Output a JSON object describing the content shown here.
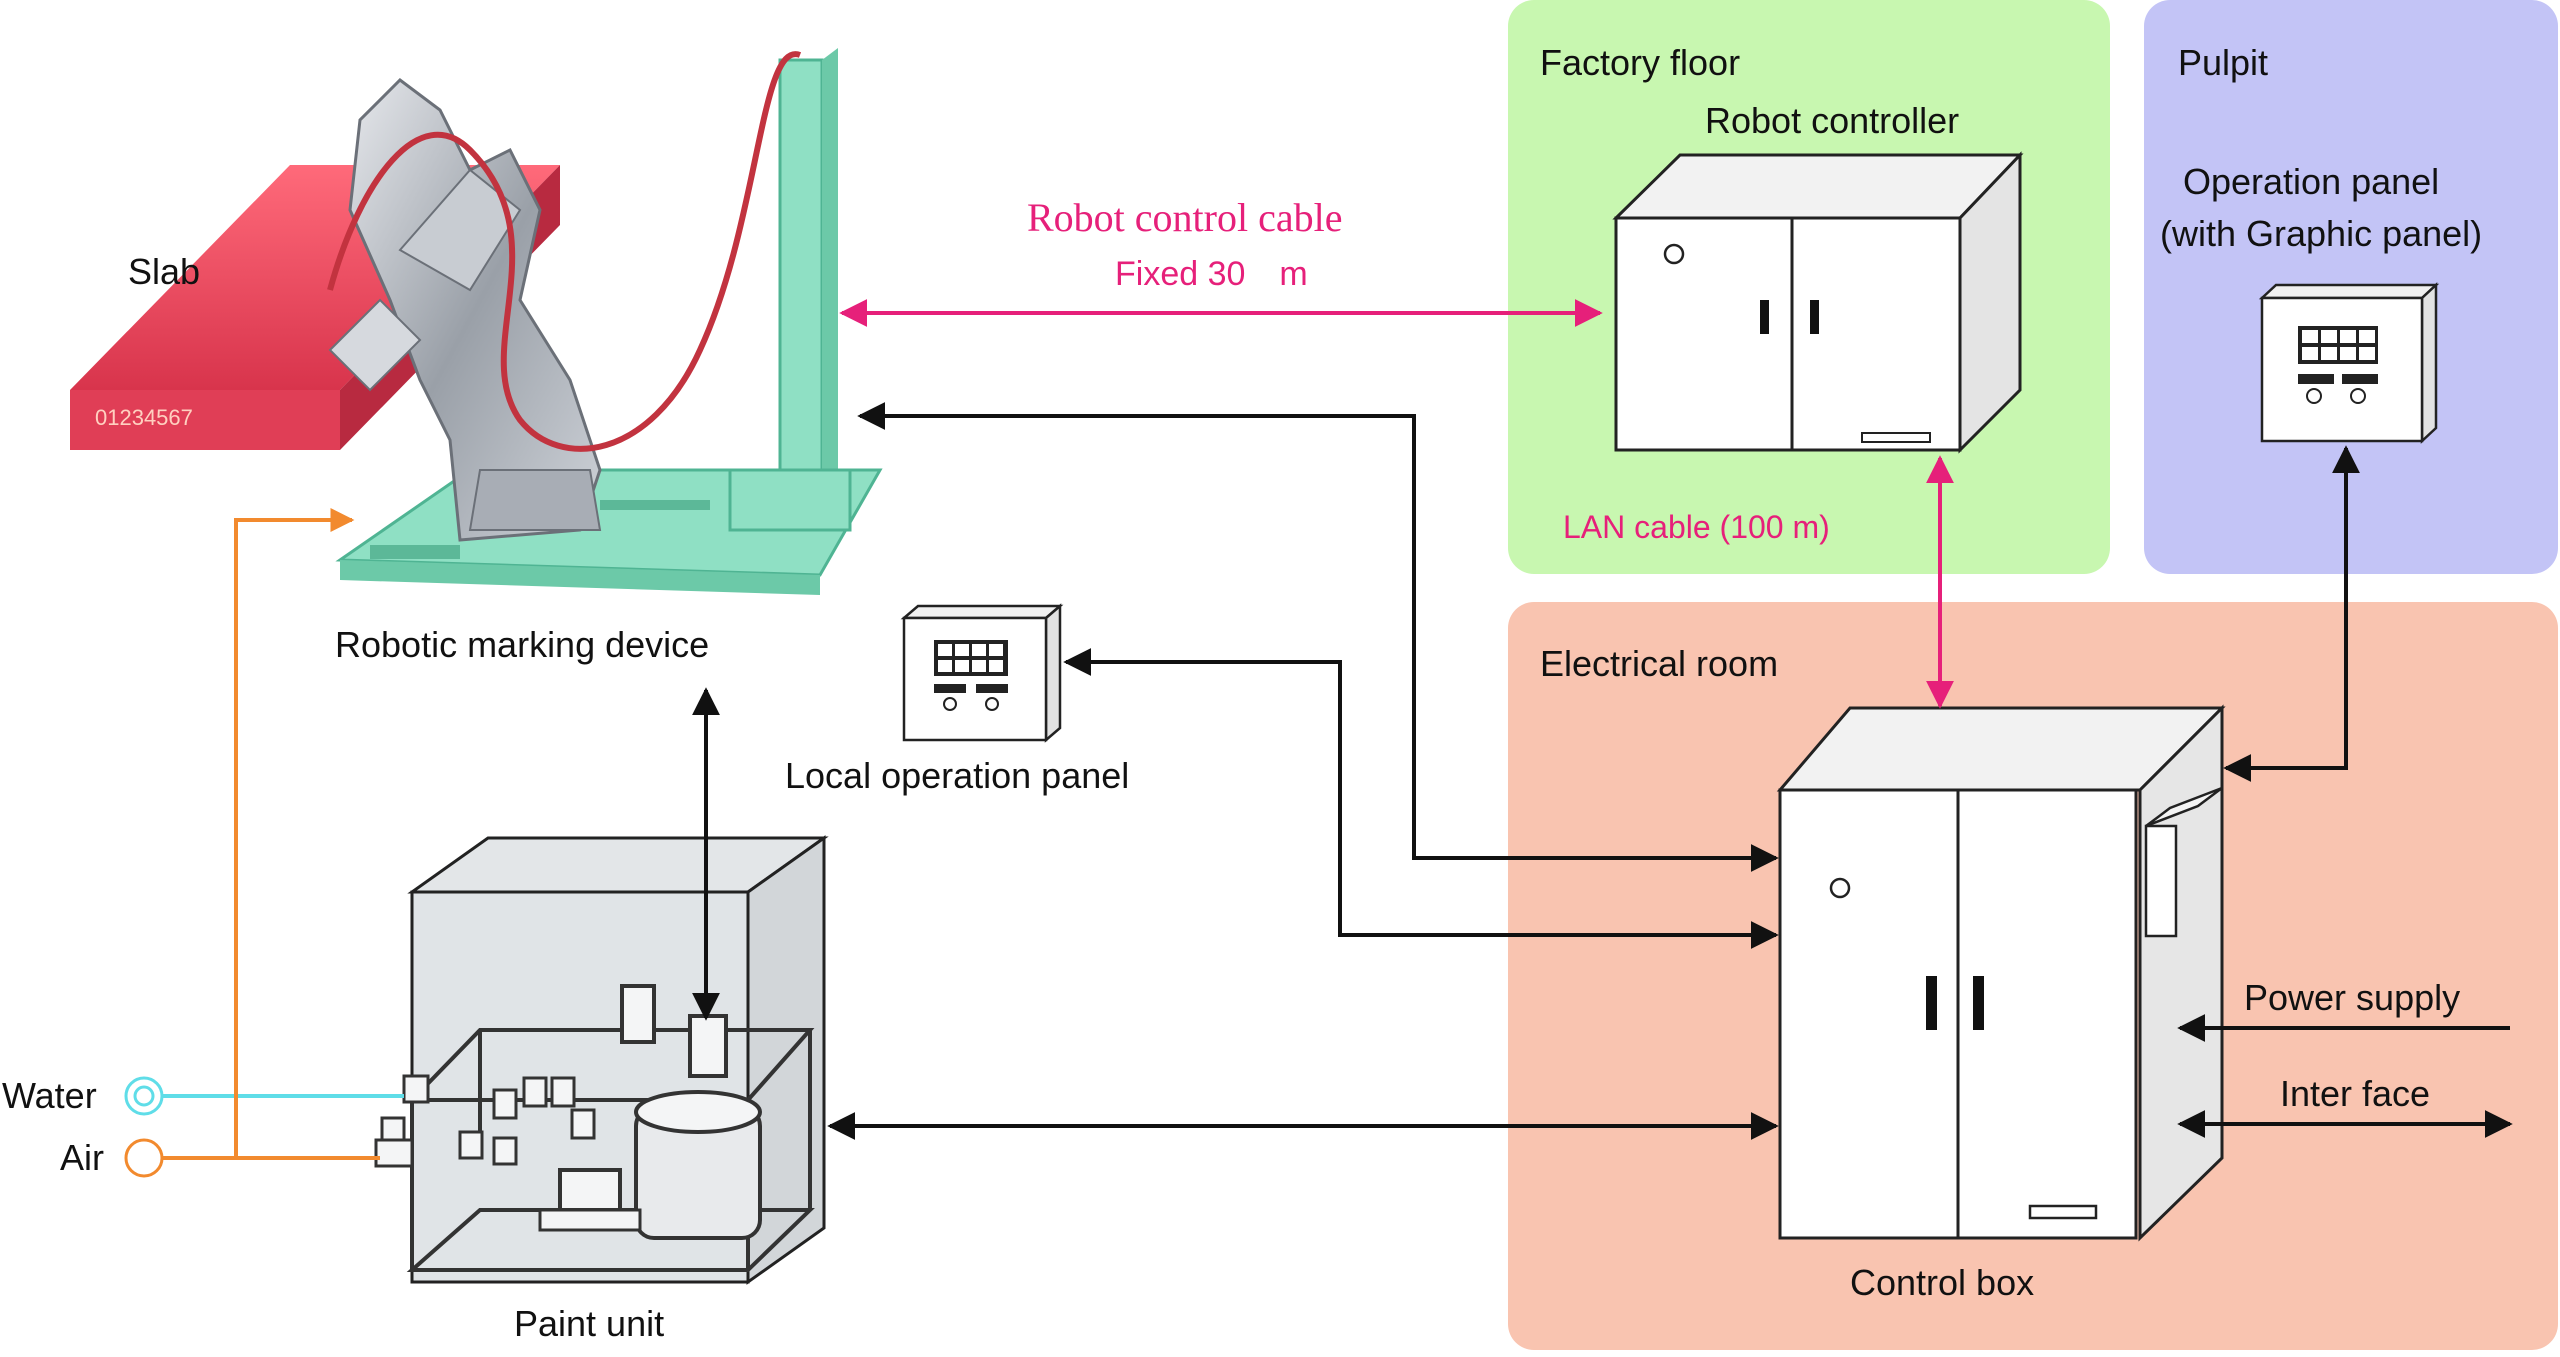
{
  "regions": {
    "factory_floor": "Factory floor",
    "pulpit": "Pulpit",
    "electrical_room": "Electrical room"
  },
  "labels": {
    "slab": "Slab",
    "slab_marking": "01234567",
    "robotic_marking_device": "Robotic marking device",
    "robot_controller": "Robot controller",
    "operation_panel_line1": "Operation panel",
    "operation_panel_line2": "(with Graphic panel)",
    "local_operation_panel": "Local operation panel",
    "paint_unit": "Paint unit",
    "control_box": "Control box",
    "water": "Water",
    "air": "Air",
    "power_supply": "Power supply",
    "inter_face": "Inter face"
  },
  "cables": {
    "robot_control_cable": "Robot control cable",
    "robot_control_cable_length": "Fixed 30　m",
    "lan_cable": "LAN cable (100 m)"
  },
  "colors": {
    "factory_floor_bg": "#c8f7b0",
    "pulpit_bg": "#c3c4f6",
    "electrical_room_bg": "#f9c4b0",
    "pink_cable": "#e6207a",
    "air_line": "#f28a2e",
    "water_line": "#5fdde8",
    "robot_body": "#b9bdc4",
    "robot_base": "#8fe0c4",
    "slab": "#f0506a"
  }
}
